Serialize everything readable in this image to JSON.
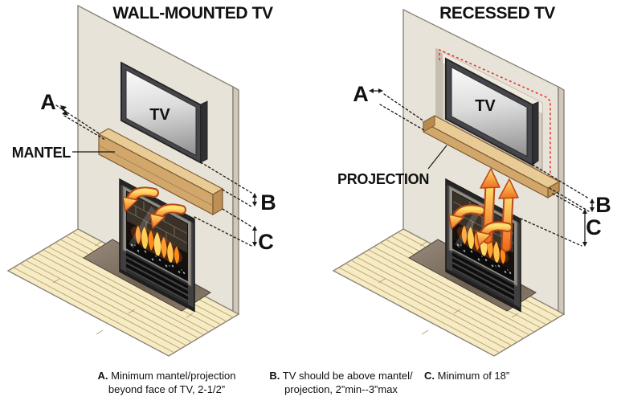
{
  "left_diagram": {
    "title": "WALL-MOUNTED TV",
    "tv_label": "TV",
    "mantel_label": "MANTEL",
    "dim_a": "A",
    "dim_b": "B",
    "dim_c": "C"
  },
  "right_diagram": {
    "title": "RECESSED TV",
    "tv_label": "TV",
    "projection_label": "PROJECTION",
    "dim_a": "A",
    "dim_b": "B",
    "dim_c": "C"
  },
  "footnotes": {
    "a": {
      "label": "A.",
      "line1": "Minimum mantel/projection",
      "line2": "beyond face of TV, 2-1/2”"
    },
    "b": {
      "label": "B.",
      "line1": "TV should be above mantel/",
      "line2": "projection, 2”min--3”max"
    },
    "c": {
      "label": "C.",
      "line1": "Minimum of 18”"
    }
  },
  "colors": {
    "wall": "#e8e3d9",
    "wall_side": "#cfc8bb",
    "alcove_shadow": "#d5cec1",
    "alcove_top": "#efe9dd",
    "alcove_left": "#c6beb0",
    "floor": "#f6ebc3",
    "plank_line": "#b49f72",
    "wood_front": "#d2a76c",
    "wood_top": "#e9cb95",
    "wood_end": "#bf9055",
    "tv_frame": "#46464a",
    "tv_side": "#303034",
    "flame_orange": "#f58220",
    "heat_arrow_outline": "#b5491b",
    "red_dashed": "#e8392f",
    "dimension_line": "#1a1a1a"
  }
}
